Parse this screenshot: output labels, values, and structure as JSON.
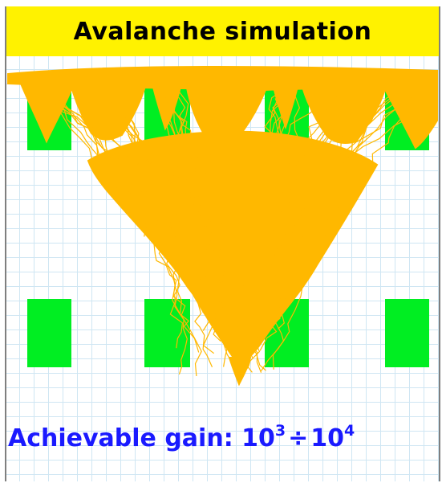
{
  "title": "Avalanche simulation",
  "gain": {
    "label": "Achievable gain:",
    "base_low": "10",
    "exp_low": "3",
    "operator": "÷",
    "base_high": "10",
    "exp_high": "4"
  },
  "colors": {
    "title_background": "#fff200",
    "electrode": "#00ee22",
    "avalanche": "#ffb800",
    "gain_text": "#1a1aff",
    "grid": "#cfe6f3"
  }
}
